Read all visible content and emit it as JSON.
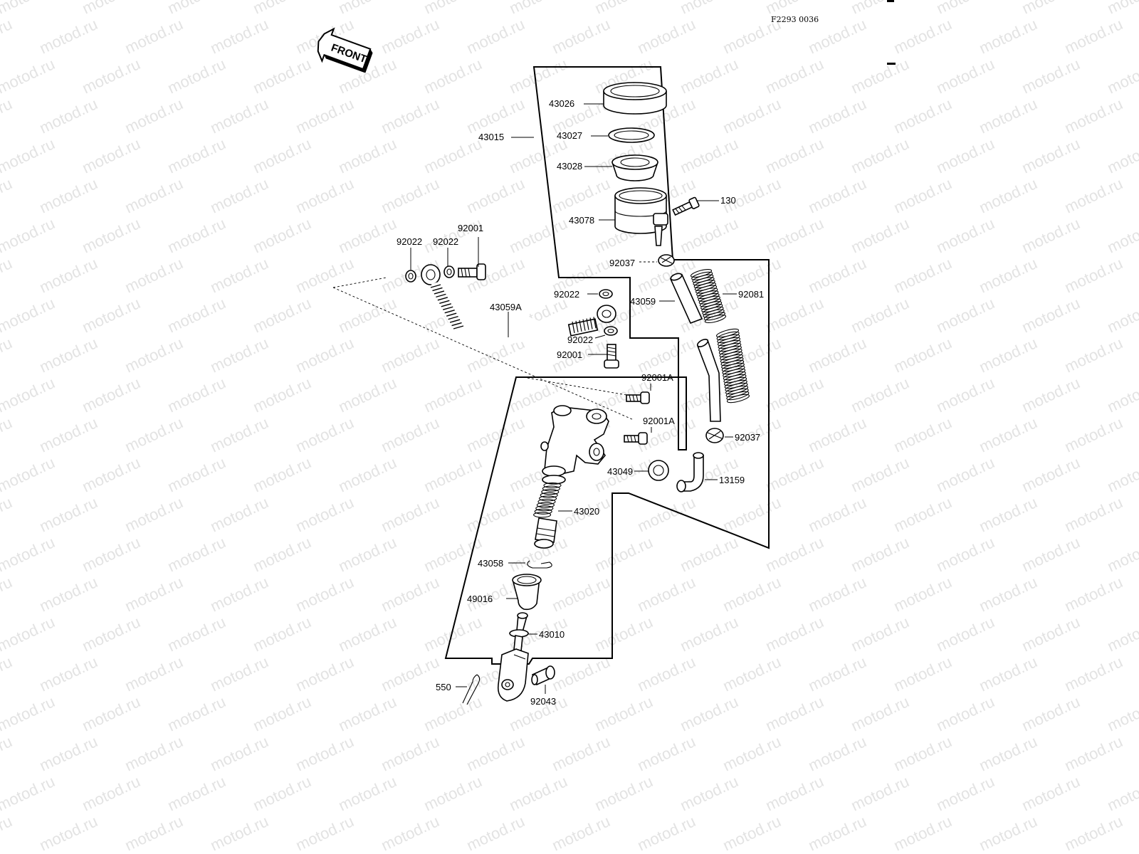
{
  "diagram_code": "F2293 0036",
  "front_label": "FRONT",
  "watermark": "motod.ru",
  "parts": {
    "p43026": "43026",
    "p43015": "43015",
    "p43027": "43027",
    "p43028": "43028",
    "p130": "130",
    "p43078": "43078",
    "p92001_top": "92001",
    "p92022_a": "92022",
    "p92022_b": "92022",
    "p92037_top": "92037",
    "p92022_c": "92022",
    "p43059": "43059",
    "p92081": "92081",
    "p43059A": "43059A",
    "p92022_d": "92022",
    "p92001_mid": "92001",
    "p92001A_a": "92001A",
    "p92001A_b": "92001A",
    "p92037_bot": "92037",
    "p43049": "43049",
    "p13159": "13159",
    "p43020": "43020",
    "p43058": "43058",
    "p49016": "49016",
    "p43010": "43010",
    "p550": "550",
    "p92043": "92043"
  }
}
